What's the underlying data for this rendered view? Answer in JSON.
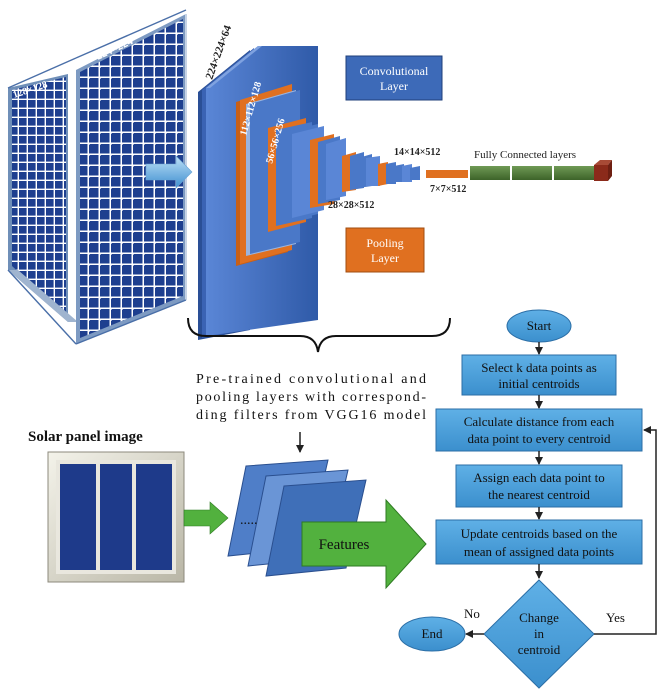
{
  "panels": {
    "small_label": "128×128",
    "large_label": "224×224"
  },
  "cnn": {
    "input_dims": "224×224×64",
    "block2_dims": "112×112×128",
    "block3_dims": "56×56×256",
    "block4_dims": "28×28×512",
    "block5_dims": "14×14×512",
    "pool_dims": "7×7×512",
    "fc_label": "Fully Connected layers"
  },
  "legend": {
    "conv_line1": "Convolutional",
    "conv_line2": "Layer",
    "pool_line1": "Pooling",
    "pool_line2": "Layer"
  },
  "caption": {
    "line1": "Pre-trained convolutional and",
    "line2": "pooling layers with correspond-",
    "line3": "ding filters from VGG16 model"
  },
  "solar_image_label": "Solar panel image",
  "features_label": "Features",
  "stack_ellipsis": ".....",
  "flowchart": {
    "start": "Start",
    "step1_line1": "Select k data points as",
    "step1_line2": "initial centroids",
    "step2_line1": "Calculate distance from each",
    "step2_line2": "data point to every centroid",
    "step3_line1": "Assign each data point to",
    "step3_line2": "the nearest centroid",
    "step4_line1": "Update centroids based on the",
    "step4_line2": "mean of assigned data points",
    "decision_line1": "Change",
    "decision_line2": "in",
    "decision_line3": "centroid",
    "no_label": "No",
    "yes_label": "Yes",
    "end": "End"
  },
  "colors": {
    "panel_cell": "#1e3f8f",
    "conv_blue": "#4472c4",
    "pool_orange": "#e07020",
    "flow_blue": "#4a9fd8",
    "fc_green": "#4e7a3a",
    "fc_red": "#8b2a1a",
    "arrow_green": "#4caf3a"
  }
}
